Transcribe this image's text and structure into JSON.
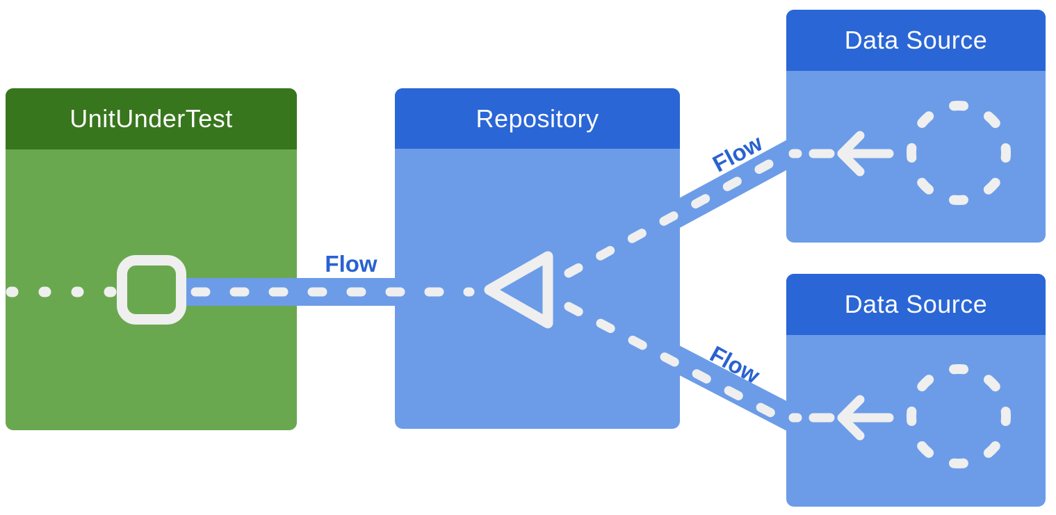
{
  "diagram": {
    "description": "Architecture diagram: data flows from two Data Sources into a Repository and on to the UnitUnderTest",
    "boxes": [
      {
        "id": "unit-under-test",
        "title": "UnitUnderTest",
        "header_color": "#38761D",
        "body_color": "#6AA84F"
      },
      {
        "id": "repository",
        "title": "Repository",
        "header_color": "#2A66D6",
        "body_color": "#6C9CE8"
      },
      {
        "id": "data-source-top",
        "title": "Data Source",
        "header_color": "#2A66D6",
        "body_color": "#6C9CE8"
      },
      {
        "id": "data-source-bottom",
        "title": "Data Source",
        "header_color": "#2A66D6",
        "body_color": "#6C9CE8"
      }
    ],
    "labels": {
      "flow_left": {
        "text": "Flow"
      },
      "flow_top": {
        "text": "Flow"
      },
      "flow_bottom": {
        "text": "Flow"
      }
    },
    "colors": {
      "background": "#FFFFFF",
      "connector_band": "#6C9CE8",
      "dash_white": "#EFEFEF",
      "flow_text": "#2962D1",
      "title_text": "#FDFDFD"
    },
    "icons": [
      {
        "name": "square-outline-icon",
        "location": "inside UnitUnderTest, on the flow line"
      },
      {
        "name": "triangle-outline-icon",
        "location": "inside Repository, collector of two flows"
      },
      {
        "name": "arrow-left-icon",
        "location": "inside each Data Source, pointing out of dashed circle"
      },
      {
        "name": "dashed-circle-icon",
        "location": "inside each Data Source, emitter"
      }
    ]
  }
}
